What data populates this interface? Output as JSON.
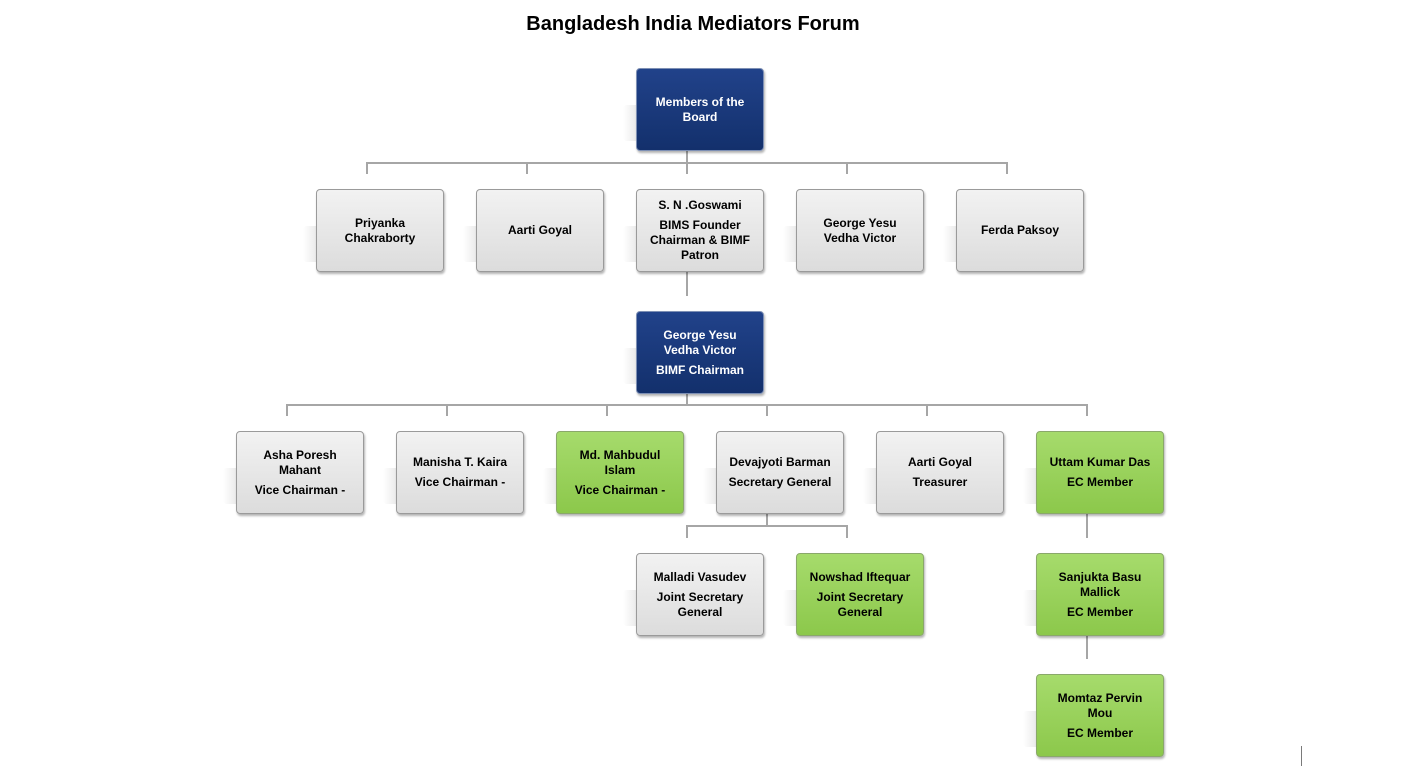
{
  "title": "Bangladesh India Mediators Forum",
  "board": {
    "name": "Members of the Board",
    "members": [
      {
        "name": "Priyanka Chakraborty"
      },
      {
        "name": "Aarti Goyal"
      },
      {
        "name": "S. N .Goswami",
        "role": "BIMS  Founder Chairman  & BIMF Patron"
      },
      {
        "name": "George Yesu Vedha Victor"
      },
      {
        "name": "Ferda Paksoy"
      }
    ]
  },
  "chairman": {
    "name": "George Yesu Vedha Victor",
    "role": "BIMF Chairman"
  },
  "officers": [
    {
      "name": "Asha Poresh Mahant",
      "role": "Vice Chairman -"
    },
    {
      "name": "Manisha T. Kaira",
      "role": "Vice Chairman -"
    },
    {
      "name": "Md. Mahbudul Islam",
      "role": "Vice Chairman -"
    },
    {
      "name": "Devajyoti Barman",
      "role": "Secretary General"
    },
    {
      "name": "Aarti Goyal",
      "role": "Treasurer"
    },
    {
      "name": "Uttam Kumar Das",
      "role": "EC Member"
    }
  ],
  "joint_secretaries": [
    {
      "name": "Malladi Vasudev",
      "role": "Joint Secretary General"
    },
    {
      "name": "Nowshad Iftequar",
      "role": "Joint Secretary General"
    }
  ],
  "ec_members": [
    {
      "name": "Sanjukta Basu Mallick",
      "role": "EC Member"
    },
    {
      "name": "Momtaz Pervin Mou",
      "role": "EC Member"
    }
  ],
  "colors": {
    "navy": "#1a3a7c",
    "green": "#92d050",
    "gray": "#e6e6e6",
    "connector": "#a6a6a6"
  }
}
